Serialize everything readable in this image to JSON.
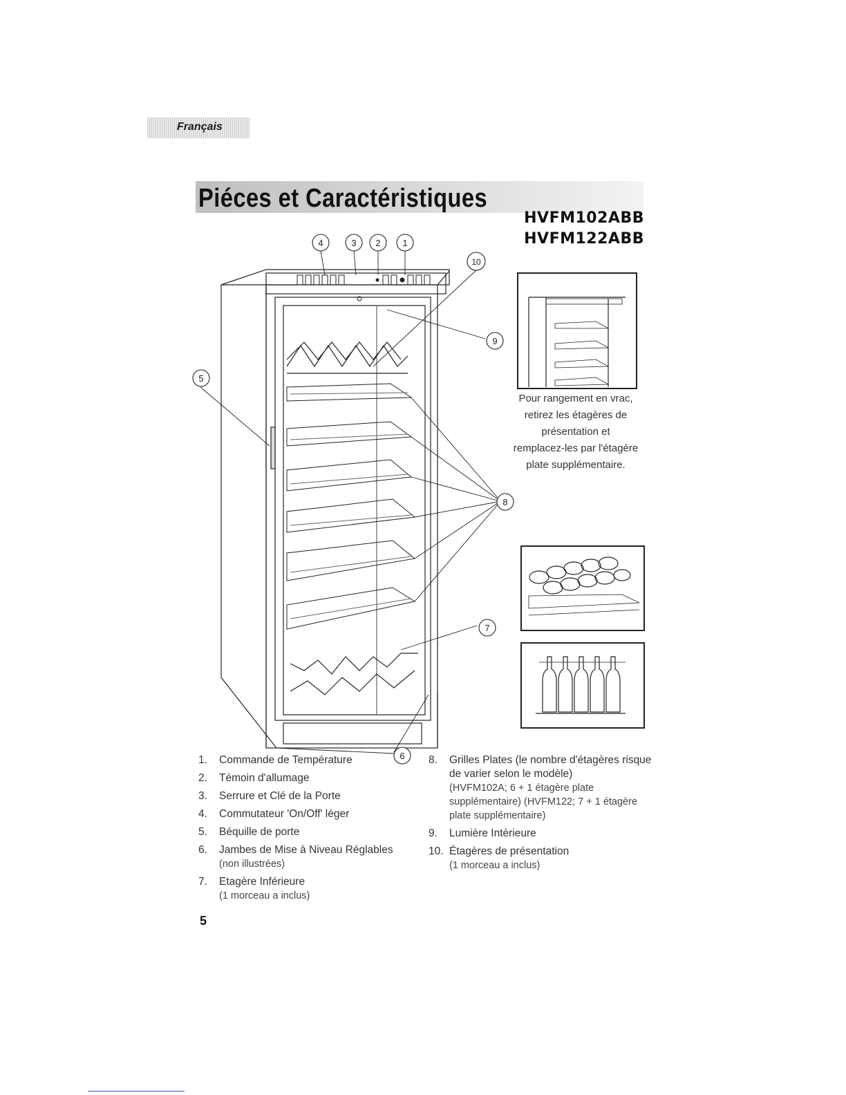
{
  "language_tab": "Français",
  "title": "Piéces et Caractéristiques",
  "models": [
    "HVFM102ABB",
    "HVFM122ABB"
  ],
  "callouts": [
    "1",
    "2",
    "3",
    "4",
    "5",
    "6",
    "7",
    "8",
    "9",
    "10"
  ],
  "caption": {
    "lines": [
      "Pour rangement en vrac,",
      "retirez les étagères de",
      "présentation et",
      "remplacez-les par l'étagère",
      "plate supplémentaire."
    ]
  },
  "parts_left": [
    {
      "num": "1.",
      "text": "Commande de Température",
      "sub": ""
    },
    {
      "num": "2.",
      "text": "Témoin d'allumage",
      "sub": ""
    },
    {
      "num": "3.",
      "text": "Serrure et Clé de la Porte",
      "sub": ""
    },
    {
      "num": "4.",
      "text": "Commutateur 'On/Off' léger",
      "sub": ""
    },
    {
      "num": "5.",
      "text": "Béquille de porte",
      "sub": ""
    },
    {
      "num": "6.",
      "text": "Jambes de Mise à Niveau Réglables",
      "sub": "(non illustrées)"
    },
    {
      "num": "7.",
      "text": "Etagère Inférieure",
      "sub": "(1 morceau a inclus)"
    }
  ],
  "parts_right": [
    {
      "num": "8.",
      "text": "Grilles Plates (le nombre d'étagères risque de varier selon le modèle)",
      "sub": "(HVFM102A; 6 + 1 étagère plate supplémentaire) (HVFM122; 7 + 1 étagère plate supplémentaire)"
    },
    {
      "num": "9.",
      "text": "Lumière Intèrieure",
      "sub": ""
    },
    {
      "num": "10.",
      "text": "Étagères de présentation",
      "sub": "(1 morceau a inclus)"
    }
  ],
  "page_number": "5"
}
